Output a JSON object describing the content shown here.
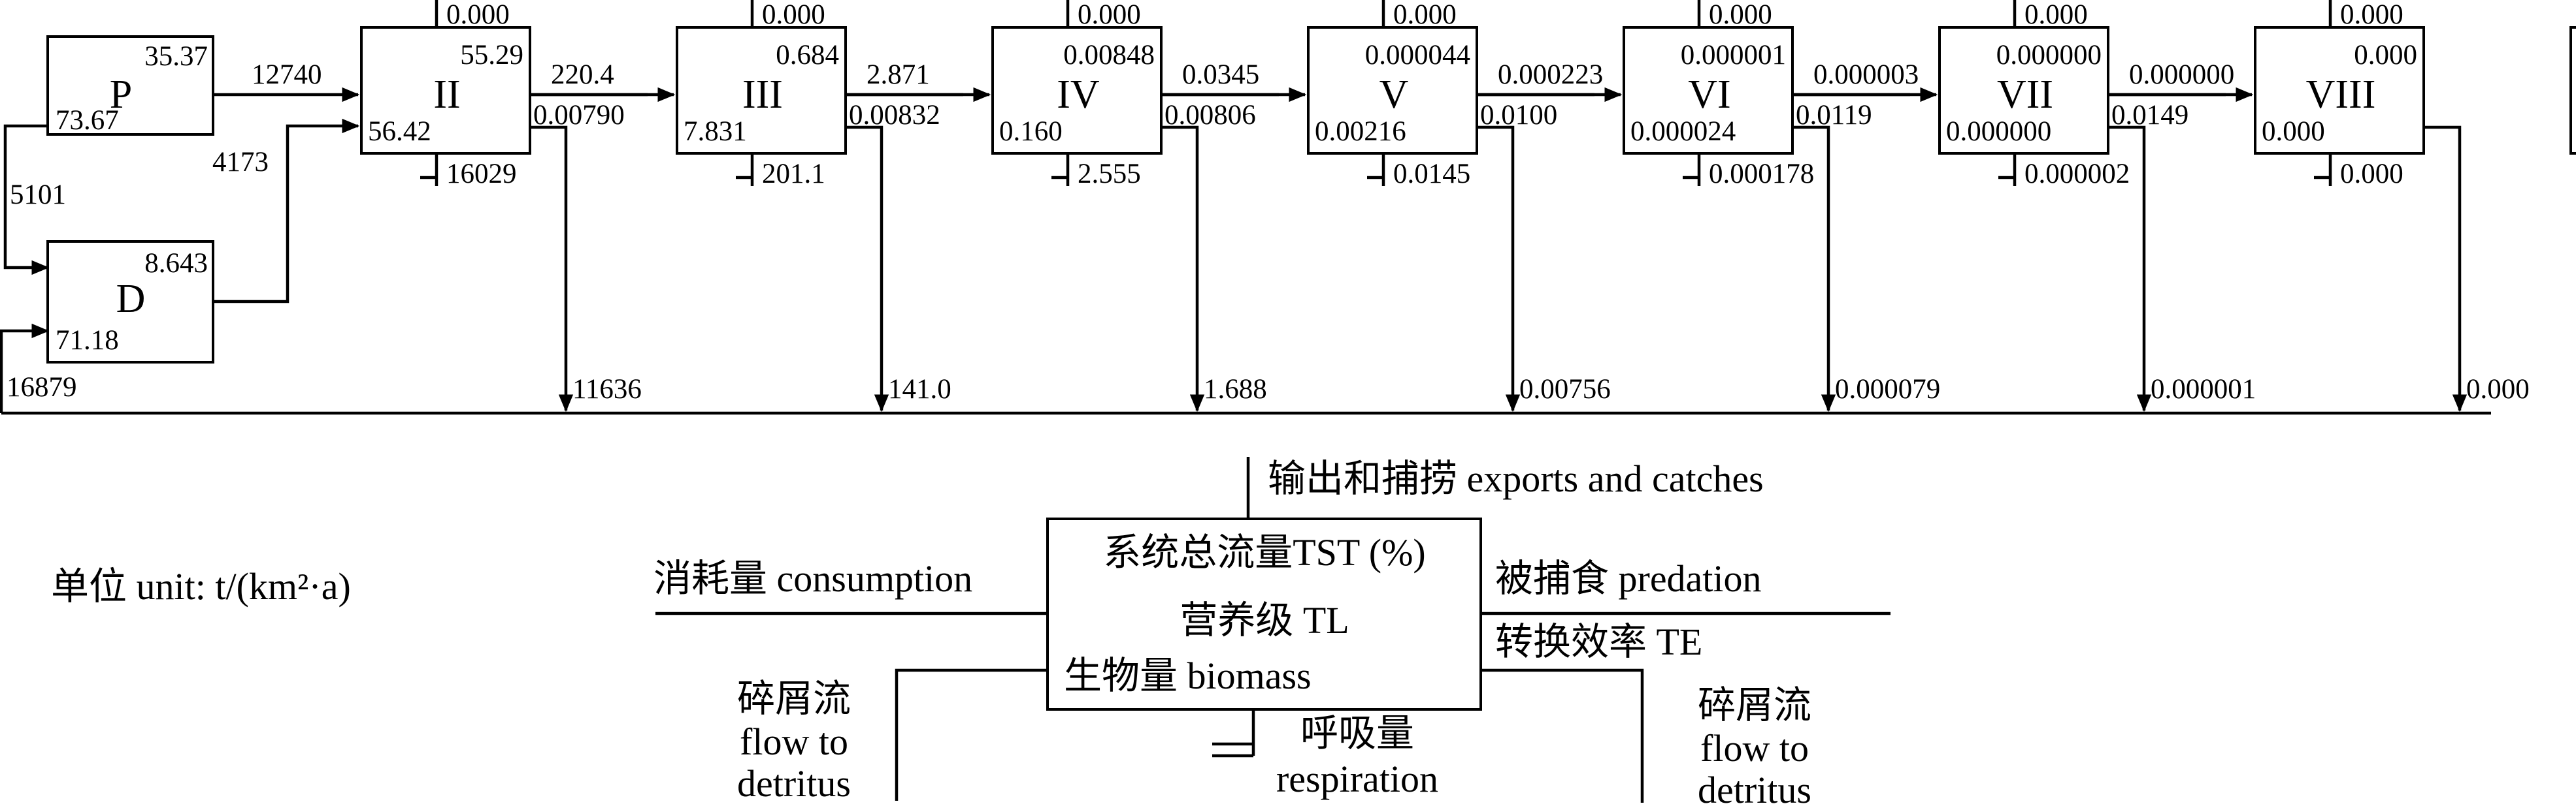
{
  "diagram": {
    "nodes": [
      {
        "id": "P",
        "label": "P",
        "tst": "35.37",
        "biomass": "73.67"
      },
      {
        "id": "D",
        "label": "D",
        "tst": "8.643",
        "biomass": "71.18"
      },
      {
        "id": "II",
        "label": "II",
        "export": "0.000",
        "tst": "55.29",
        "biomass": "56.42",
        "respiration": "16029",
        "detritus": "11636"
      },
      {
        "id": "III",
        "label": "III",
        "export": "0.000",
        "tst": "0.684",
        "biomass": "7.831",
        "respiration": "201.1",
        "detritus": "141.0"
      },
      {
        "id": "IV",
        "label": "IV",
        "export": "0.000",
        "tst": "0.00848",
        "biomass": "0.160",
        "respiration": "2.555",
        "detritus": "1.688"
      },
      {
        "id": "V",
        "label": "V",
        "export": "0.000",
        "tst": "0.000044",
        "biomass": "0.00216",
        "respiration": "0.0145",
        "detritus": "0.00756"
      },
      {
        "id": "VI",
        "label": "VI",
        "export": "0.000",
        "tst": "0.000001",
        "biomass": "0.000024",
        "respiration": "0.000178",
        "detritus": "0.000079"
      },
      {
        "id": "VII",
        "label": "VII",
        "export": "0.000",
        "tst": "0.000000",
        "biomass": "0.000000",
        "respiration": "0.000002",
        "detritus": "0.000001"
      },
      {
        "id": "VIII",
        "label": "VIII",
        "export": "0.000",
        "tst": "0.000",
        "biomass": "0.000",
        "respiration": "0.000",
        "detritus": "0.000"
      }
    ],
    "flows": {
      "p_to_ii": "12740",
      "d_to_ii": "4173",
      "p_to_d": "5101",
      "detritus_return": "16879"
    },
    "links": [
      {
        "predation": "220.4",
        "te": "0.00790"
      },
      {
        "predation": "2.871",
        "te": "0.00832"
      },
      {
        "predation": "0.0345",
        "te": "0.00806"
      },
      {
        "predation": "0.000223",
        "te": "0.0100"
      },
      {
        "predation": "0.000003",
        "te": "0.0119"
      },
      {
        "predation": "0.000000",
        "te": "0.0149"
      }
    ]
  },
  "legend": {
    "unit": "单位 unit: t/(km²·a)",
    "exports": "输出和捕捞 exports and catches",
    "consumption": "消耗量 consumption",
    "predation": "被捕食 predation",
    "te": "转换效率 TE",
    "tst": "系统总流量TST (%)",
    "tl": "营养级 TL",
    "biomass": "生物量 biomass",
    "respiration": "呼吸量",
    "respiration_en": "respiration",
    "detritus_zh": "碎屑流",
    "detritus_en1": "flow to",
    "detritus_en2": "detritus"
  }
}
